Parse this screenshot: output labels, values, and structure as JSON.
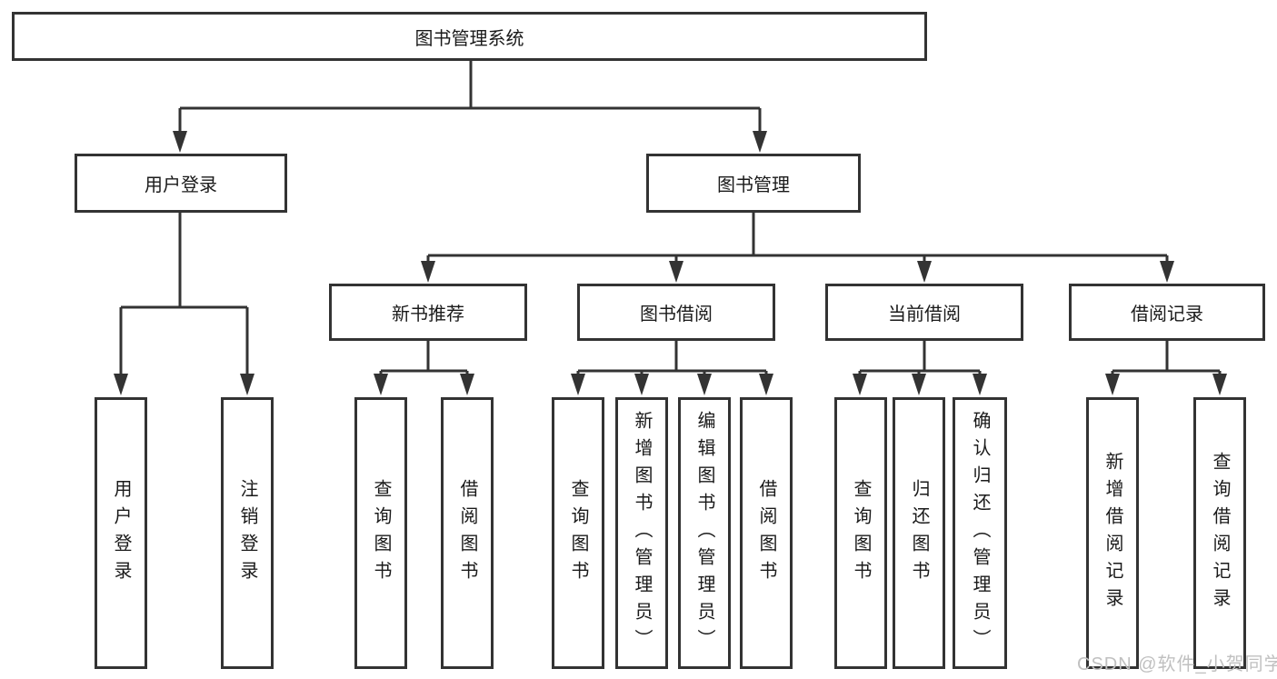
{
  "tree": {
    "label": "图书管理系统",
    "children": [
      {
        "label": "用户登录",
        "children": [
          {
            "label": "用户登录"
          },
          {
            "label": "注销登录"
          }
        ]
      },
      {
        "label": "图书管理",
        "children": [
          {
            "label": "新书推荐",
            "children": [
              {
                "label": "查询图书"
              },
              {
                "label": "借阅图书"
              }
            ]
          },
          {
            "label": "图书借阅",
            "children": [
              {
                "label": "查询图书"
              },
              {
                "label": "新增图书（管理员）"
              },
              {
                "label": "编辑图书（管理员）"
              },
              {
                "label": "借阅图书"
              }
            ]
          },
          {
            "label": "当前借阅",
            "children": [
              {
                "label": "查询图书"
              },
              {
                "label": "归还图书"
              },
              {
                "label": "确认归还（管理员）"
              }
            ]
          },
          {
            "label": "借阅记录",
            "children": [
              {
                "label": "新增借阅记录"
              },
              {
                "label": "查询借阅记录"
              }
            ]
          }
        ]
      }
    ]
  },
  "watermark": {
    "text": "CSDN @软件_小贺同学"
  },
  "colors": {
    "line": "#333333",
    "box_border": "#333333",
    "text": "#1a1a1a",
    "watermark": "#c0c0c0",
    "background": "#ffffff"
  }
}
